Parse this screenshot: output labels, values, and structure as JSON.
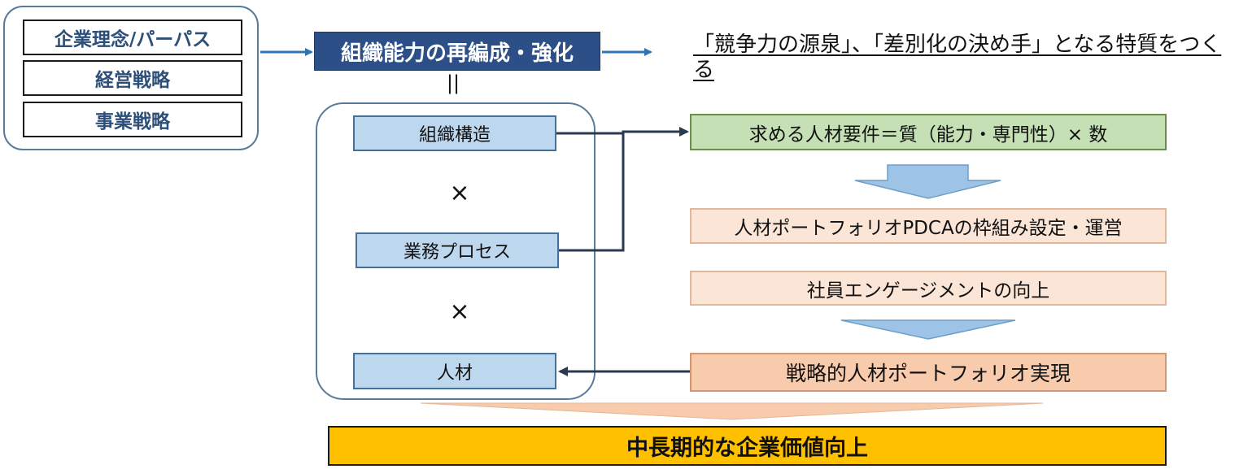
{
  "left_group": {
    "items": [
      "企業理念/パーパス",
      "経営戦略",
      "事業戦略"
    ]
  },
  "title": "組織能力の再編成・強化",
  "equals": "||",
  "heading": "「競争力の源泉」、「差別化の決め手」となる特質をつくる",
  "elements": {
    "structure": "組織構造",
    "process": "業務プロセス",
    "talent": "人材",
    "times": "×"
  },
  "right": {
    "requirements": "求める人材要件＝質（能力・専門性）× 数",
    "portfolio_pdca": "人材ポートフォリオPDCAの枠組み設定・運営",
    "engagement": "社員エンゲージメントの向上",
    "realization": "戦略的人材ポートフォリオ実現"
  },
  "goal": "中長期的な企業価値向上",
  "colors": {
    "title_bg": "#2d4f87",
    "blue_box": "#bdd7ee",
    "green_box": "#c5e0b4",
    "peach_box": "#fbe5d6",
    "orange_box": "#f8cbad",
    "goal_bg": "#ffc000",
    "arrow": "#2e75b6",
    "down_arrow": "#9dc3e6",
    "peach_arrow": "#f8cbad"
  }
}
